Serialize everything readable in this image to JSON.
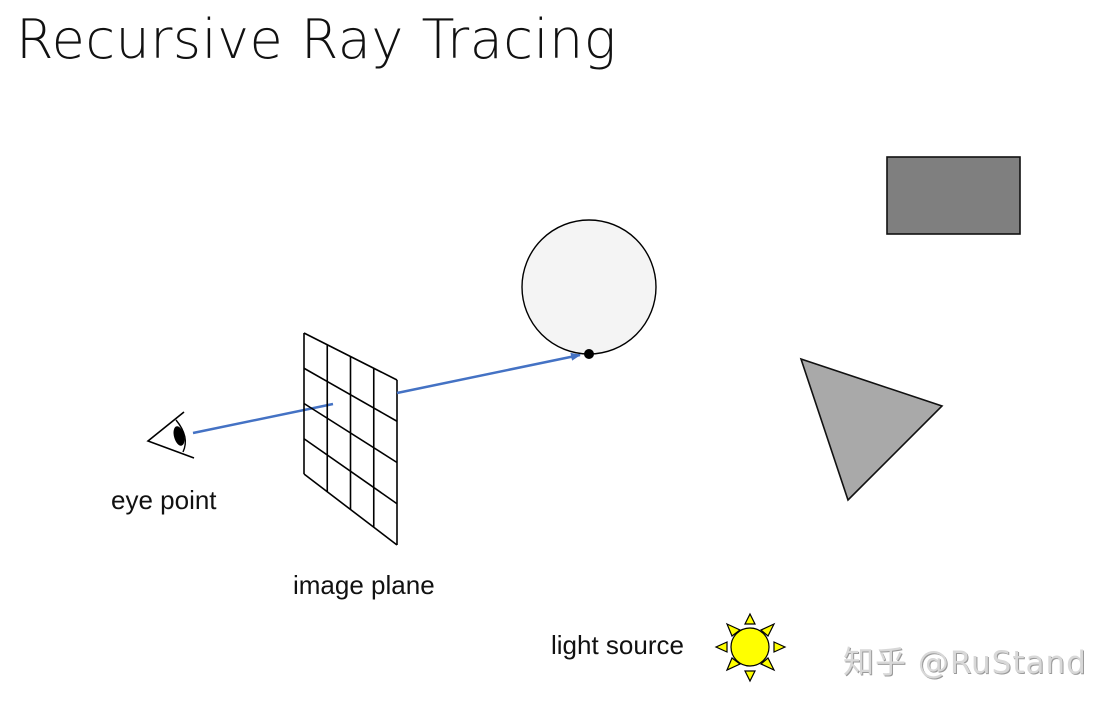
{
  "title": "Recursive Ray Tracing",
  "labels": {
    "eye_point": "eye point",
    "image_plane": "image plane",
    "light_source": "light source"
  },
  "watermark": "知乎 @RuStand",
  "colors": {
    "ray": "#4472c4",
    "sphere_fill": "#f4f4f4",
    "rectangle_fill": "#7f7f7f",
    "triangle_fill": "#a9a9a9",
    "sun_fill": "#ffff00",
    "outline": "#000000"
  },
  "scene": {
    "objects": [
      "eye",
      "image-plane-grid-4x4",
      "sphere",
      "rectangle",
      "triangle",
      "light-source-sun"
    ],
    "ray": {
      "from": "eye point",
      "through": "image plane",
      "to": "sphere surface hit point"
    }
  }
}
